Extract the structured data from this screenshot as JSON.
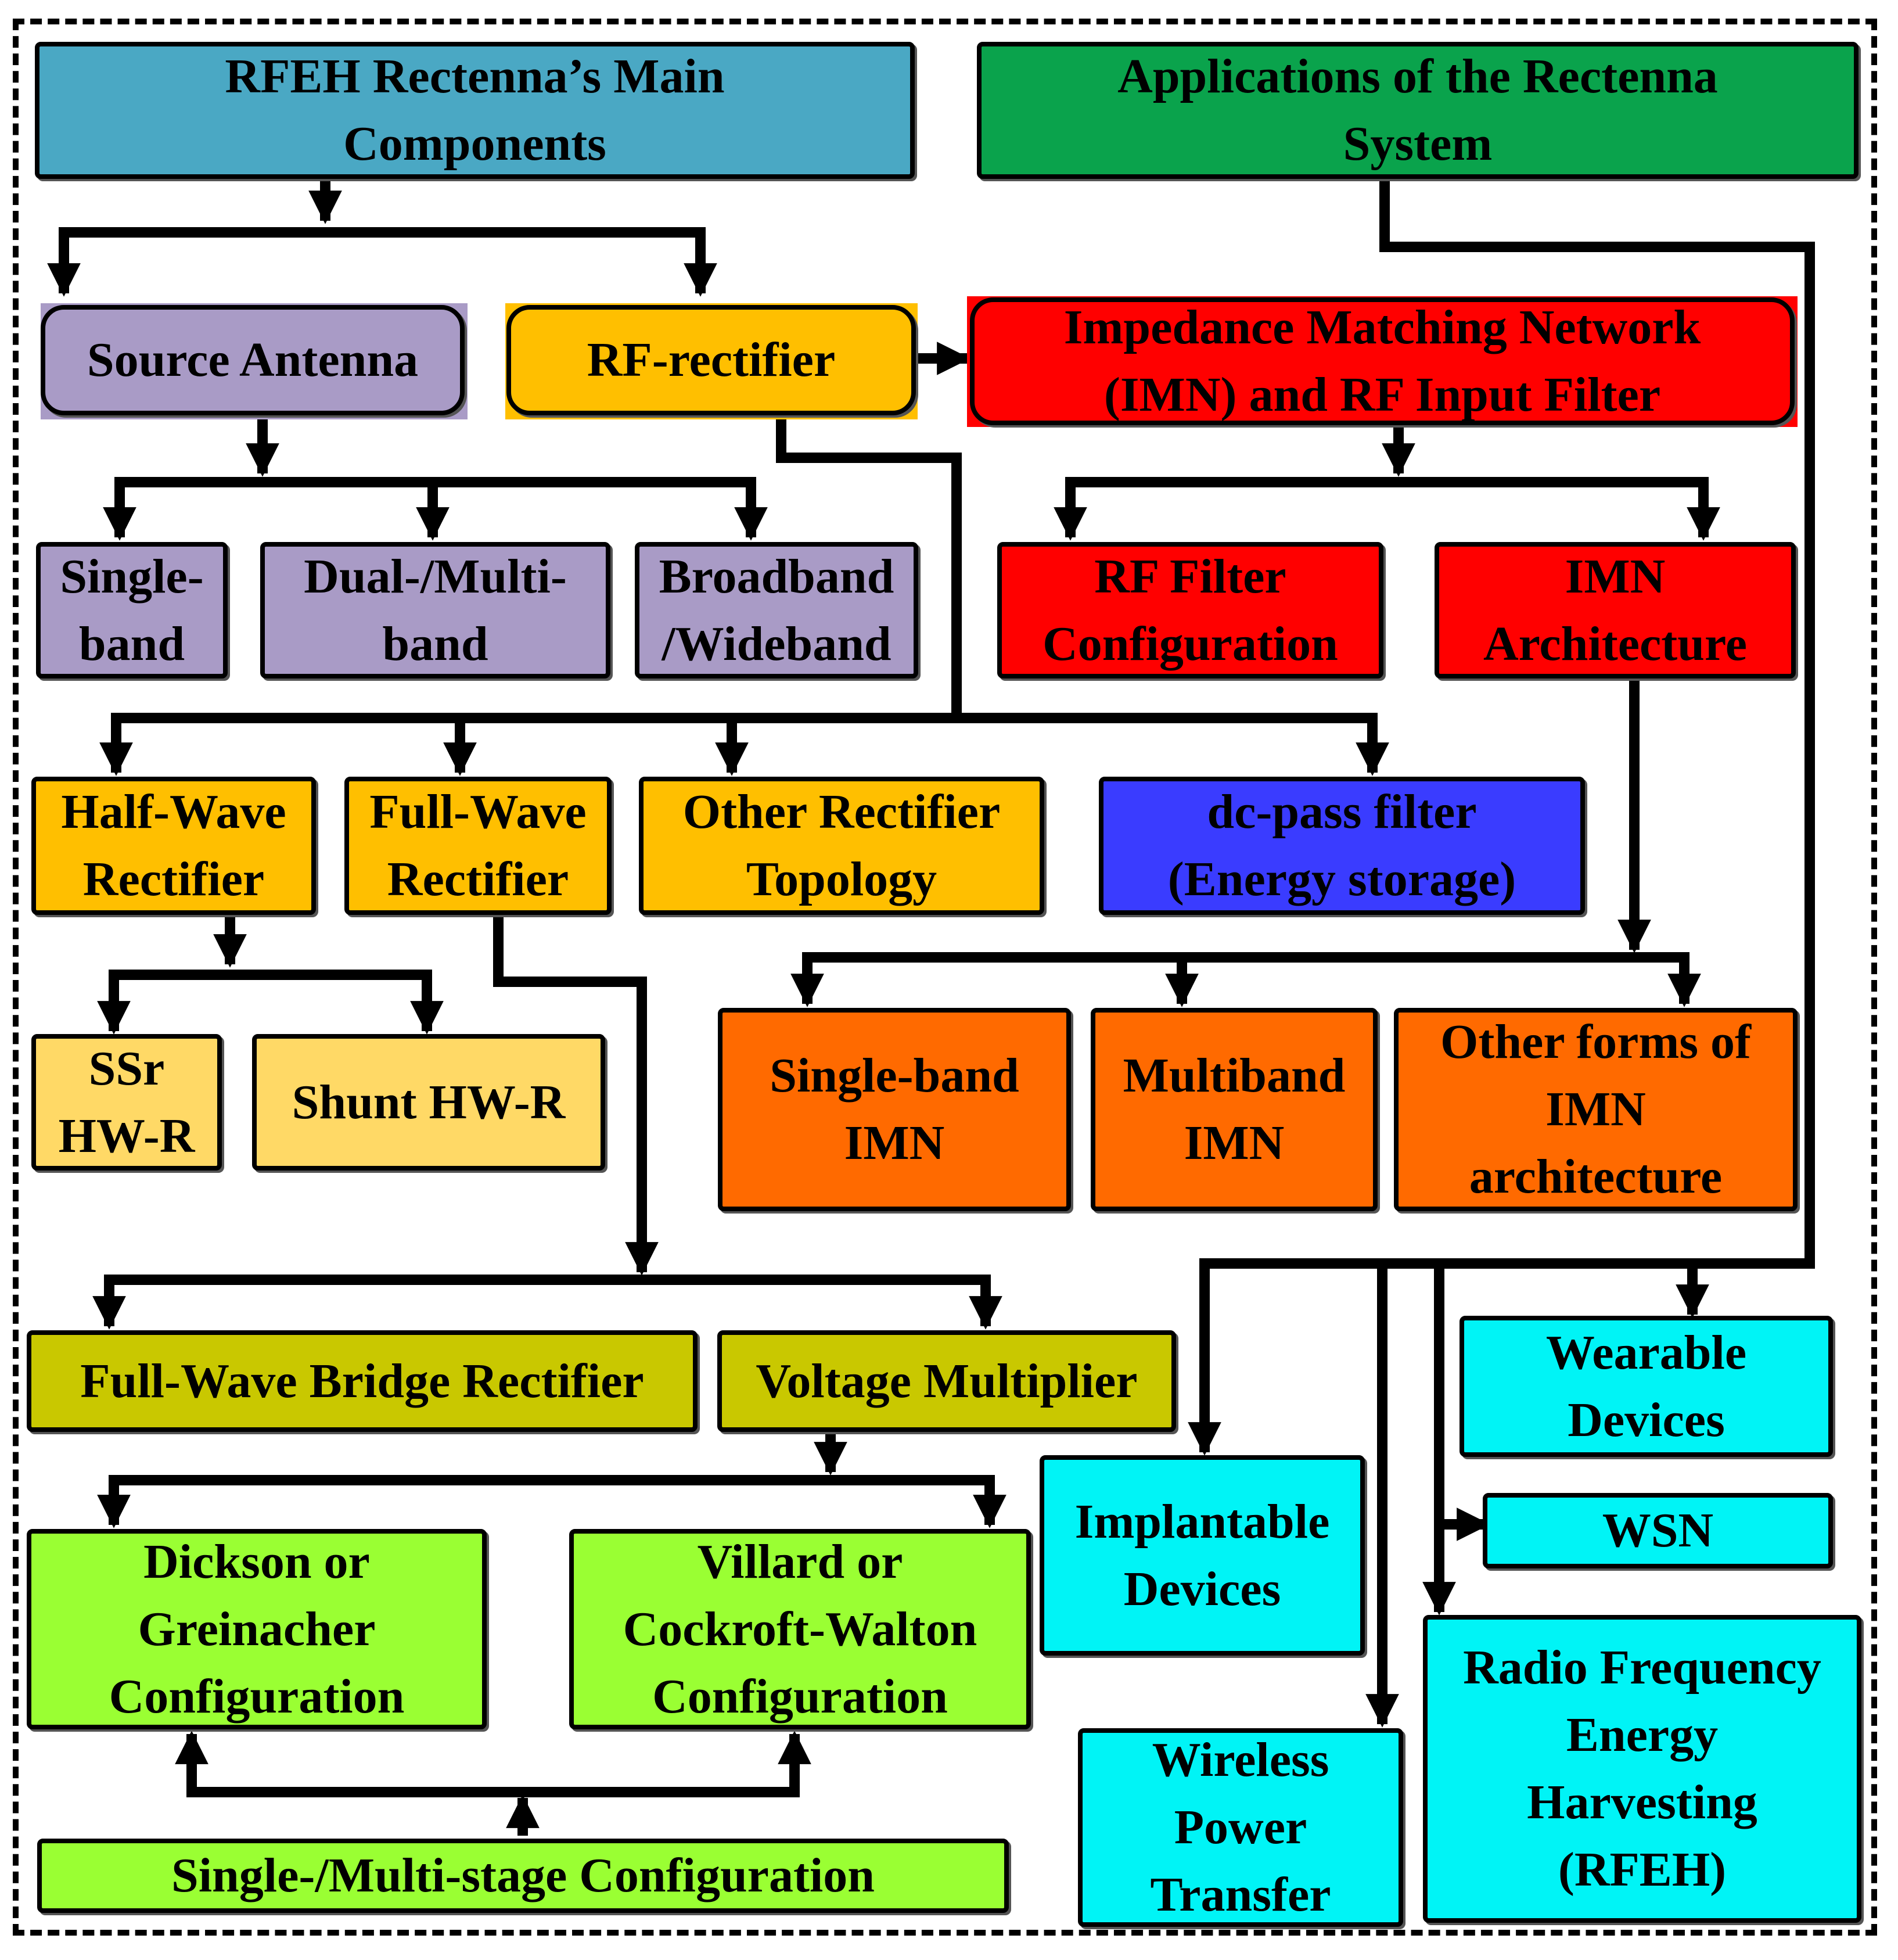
{
  "boxes": {
    "main_components": "RFEH Rectenna’s Main\nComponents",
    "applications": "Applications of the Rectenna\nSystem",
    "source_antenna": "Source Antenna",
    "rf_rectifier": "RF-rectifier",
    "imn_filter": "Impedance Matching Network\n(IMN) and RF Input Filter",
    "single_band": "Single-\nband",
    "dual_multi_band": "Dual-/Multi-\nband",
    "broadband": "Broadband\n/Wideband",
    "rf_filter_config": "RF Filter\nConfiguration",
    "imn_architecture": "IMN\nArchitecture",
    "half_wave": "Half-Wave\nRectifier",
    "full_wave": "Full-Wave\nRectifier",
    "other_rectifier": "Other Rectifier\nTopology",
    "dc_pass": "dc-pass filter\n(Energy storage)",
    "ssr_hwr": "SSr\nHW-R",
    "shunt_hwr": "Shunt HW-R",
    "single_band_imn": "Single-band\nIMN",
    "multiband_imn": "Multiband\nIMN",
    "other_imn": "Other forms of\nIMN\narchitecture",
    "full_wave_bridge": "Full-Wave Bridge Rectifier",
    "voltage_multiplier": "Voltage Multiplier",
    "wearable": "Wearable\nDevices",
    "wsn": "WSN",
    "implantable": "Implantable\nDevices",
    "dickson": "Dickson or\nGreinacher\nConfiguration",
    "villard": "Villard or\nCockroft-Walton\nConfiguration",
    "rfeh": "Radio Frequency\nEnergy\nHarvesting\n(RFEH)",
    "wpt": "Wireless\nPower\nTransfer",
    "multi_stage": "Single-/Multi-stage Configuration"
  },
  "colors": {
    "main_components": "#4aa8c4",
    "applications": "#0aa34c",
    "antenna": "#a99bc6",
    "rectifier": "#ffbf00",
    "imn": "#ff0000",
    "dc_pass": "#3a3cff",
    "imn_types": "#ff6a00",
    "half_wave_types": "#ffd966",
    "full_wave_types": "#c9c800",
    "multiplier_types": "#9aff33",
    "applications_items": "#00f4f6"
  }
}
